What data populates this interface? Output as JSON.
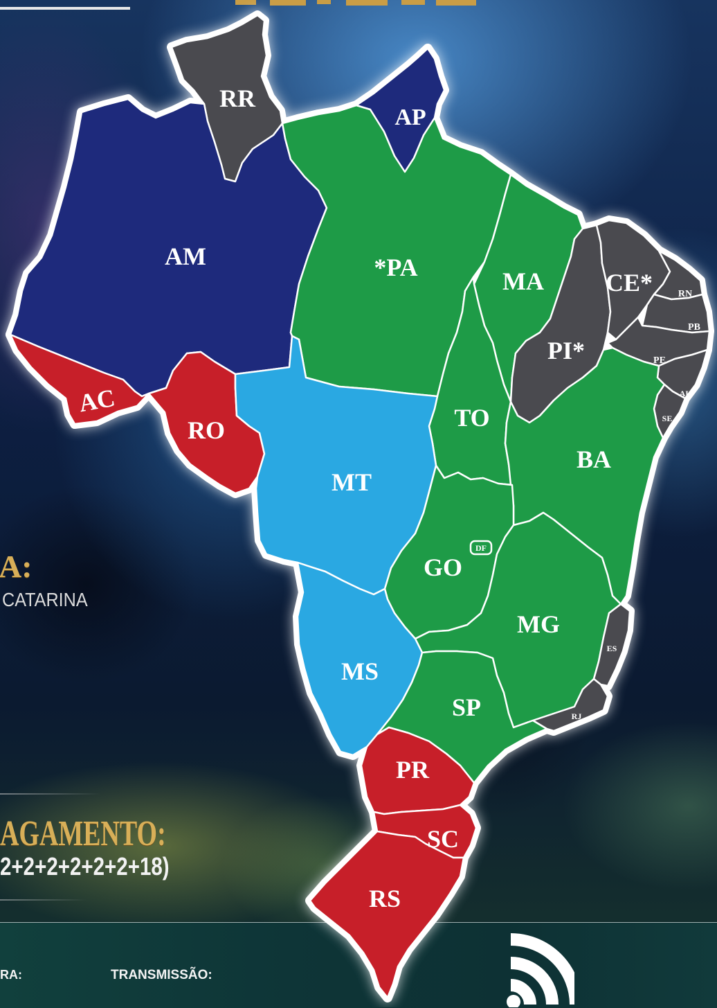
{
  "colors": {
    "navy": "#1e2a7c",
    "gray": "#4a4a4f",
    "green": "#1e9b47",
    "light_blue": "#2aa8e2",
    "red": "#c71f29",
    "border": "#ffffff",
    "gold": "#d8af58"
  },
  "map": {
    "labels": {
      "rr": "RR",
      "ap": "AP",
      "am": "AM",
      "pa": "*PA",
      "ma": "MA",
      "ce": "CE*",
      "rn": "RN",
      "pb": "PB",
      "pe": "PE",
      "al": "AL",
      "se": "SE",
      "pi": "PI*",
      "to": "TO",
      "ba": "BA",
      "ac": "AC",
      "ro": "RO",
      "mt": "MT",
      "go": "GO",
      "df": "DF",
      "mg": "MG",
      "es": "ES",
      "ms": "MS",
      "sp": "SP",
      "rj": "RJ",
      "pr": "PR",
      "sc": "SC",
      "rs": "RS"
    },
    "state_colors": {
      "rr": "gray",
      "ap": "navy",
      "am": "navy",
      "pa": "green",
      "ma": "green",
      "ce": "gray",
      "rn": "gray",
      "pb": "gray",
      "pe": "gray",
      "al": "gray",
      "se": "gray",
      "pi": "gray",
      "to": "green",
      "ba": "green",
      "ac": "red",
      "ro": "red",
      "mt": "light_blue",
      "go": "green",
      "df": "green",
      "mg": "green",
      "es": "gray",
      "ms": "light_blue",
      "sp": "green",
      "rj": "gray",
      "pr": "red",
      "sc": "red",
      "rs": "red"
    }
  },
  "left_panel": {
    "heading_fragment": "A:",
    "list_fragment": "CATARINA",
    "payment_heading_fragment": "AGAMENTO:",
    "payment_terms_fragment": "2+2+2+2+2+2+18)"
  },
  "footer": {
    "left_label_fragment": "RA:",
    "transmission_label": "TRANSMISSÃO:",
    "icon": "broadcast-icon"
  }
}
